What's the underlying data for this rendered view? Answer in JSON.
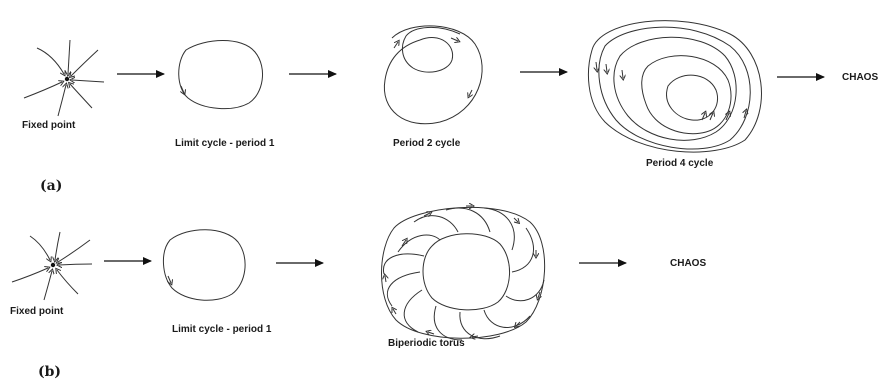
{
  "row_a": {
    "panel_label": "(a)",
    "stages": [
      "Fixed point",
      "Limit cycle - period 1",
      "Period 2 cycle",
      "Period 4 cycle"
    ],
    "end_label": "CHAOS"
  },
  "row_b": {
    "panel_label": "(b)",
    "stages": [
      "Fixed point",
      "Limit cycle - period 1",
      "Biperiodic torus"
    ],
    "end_label": "CHAOS"
  },
  "colors": {
    "stroke": "#333333",
    "text": "#1a1a1a",
    "background": "#ffffff"
  }
}
